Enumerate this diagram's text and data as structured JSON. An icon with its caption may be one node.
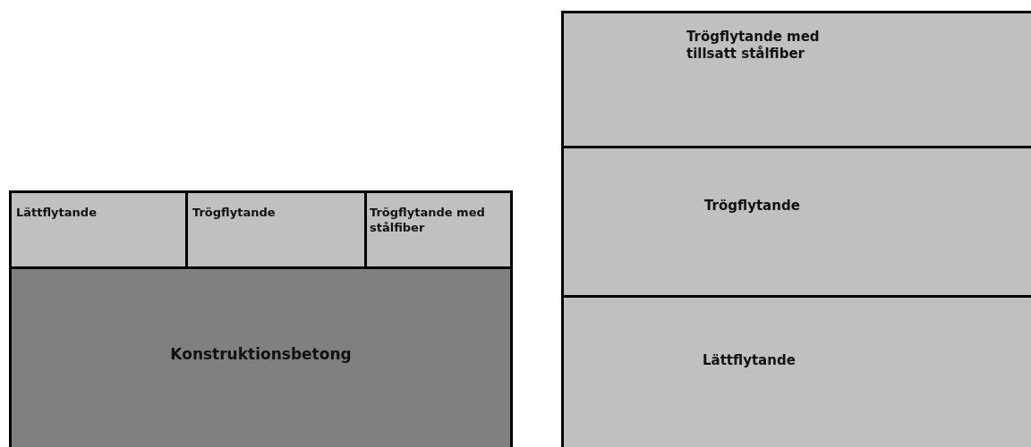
{
  "diagram": {
    "nodes": [
      {
        "text": [
          "Lättflytande"
        ]
      },
      {
        "text": [
          "Trögflytande"
        ]
      },
      {
        "text": [
          "Trögflytande med stålfiber"
        ]
      },
      {
        "text": [
          "Konstruktionsbetong"
        ]
      },
      {
        "text": [
          "Trögflytande med tillsatt stålfiber"
        ]
      },
      {
        "text": [
          "Trögflytande"
        ]
      },
      {
        "text": [
          "Lättflytande"
        ]
      }
    ]
  }
}
